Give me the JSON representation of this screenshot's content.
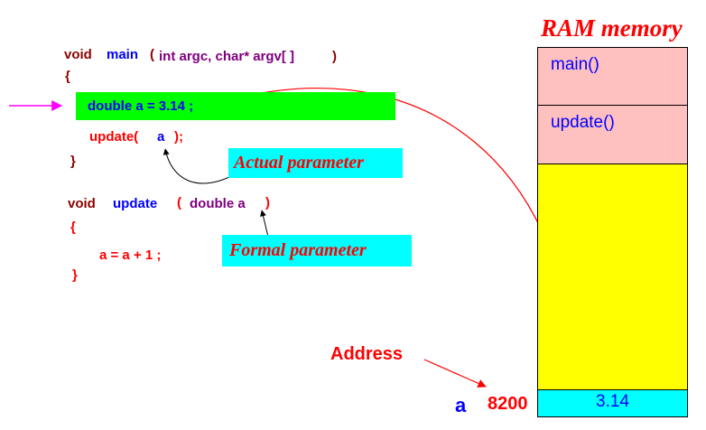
{
  "colors": {
    "dark_red": "#8b0000",
    "red": "#ff0000",
    "purple": "#800080",
    "blue": "#0000ff",
    "green_highlight": "#00ff00",
    "cyan": "#00ffff",
    "pink": "#ffc0c0",
    "yellow": "#ffff00",
    "magenta_arrow": "#ff00ff"
  },
  "ram": {
    "title": "RAM memory",
    "segments": [
      "main()",
      "update()"
    ],
    "cell_value": "3.14"
  },
  "code": {
    "main_void": "void",
    "main_name": "main",
    "main_open_paren": "(",
    "main_params": "int argc, char* argv[ ]",
    "main_close_paren": ")",
    "main_open_brace": "{",
    "line_decl": "double a = 3.14 ;",
    "call_func": "update(",
    "call_arg": "a",
    "call_end": ");",
    "main_close_brace": "}",
    "update_void": "void",
    "update_name": "update",
    "update_open_paren": "(",
    "update_param": "double a",
    "update_close_paren": ")",
    "update_open_brace": "{",
    "update_body": "a = a + 1 ;",
    "update_close_brace": "}"
  },
  "labels": {
    "actual": "Actual parameter",
    "formal": "Formal parameter",
    "address": "Address",
    "var_name": "a",
    "var_address": "8200"
  }
}
